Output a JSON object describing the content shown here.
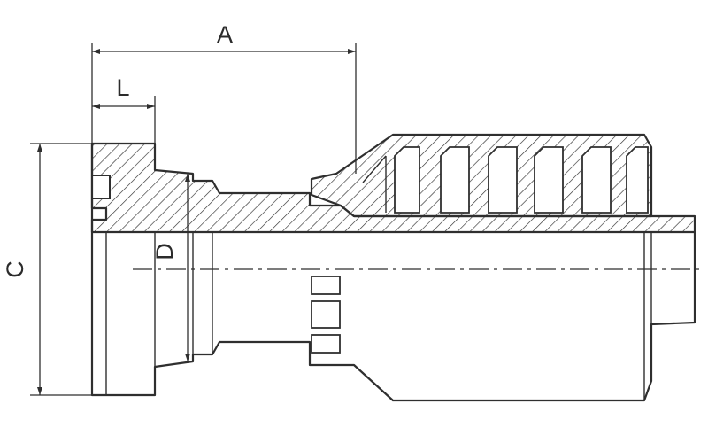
{
  "dimensions": {
    "a_label": "A",
    "l_label": "L",
    "c_label": "C",
    "d_label": "D"
  }
}
